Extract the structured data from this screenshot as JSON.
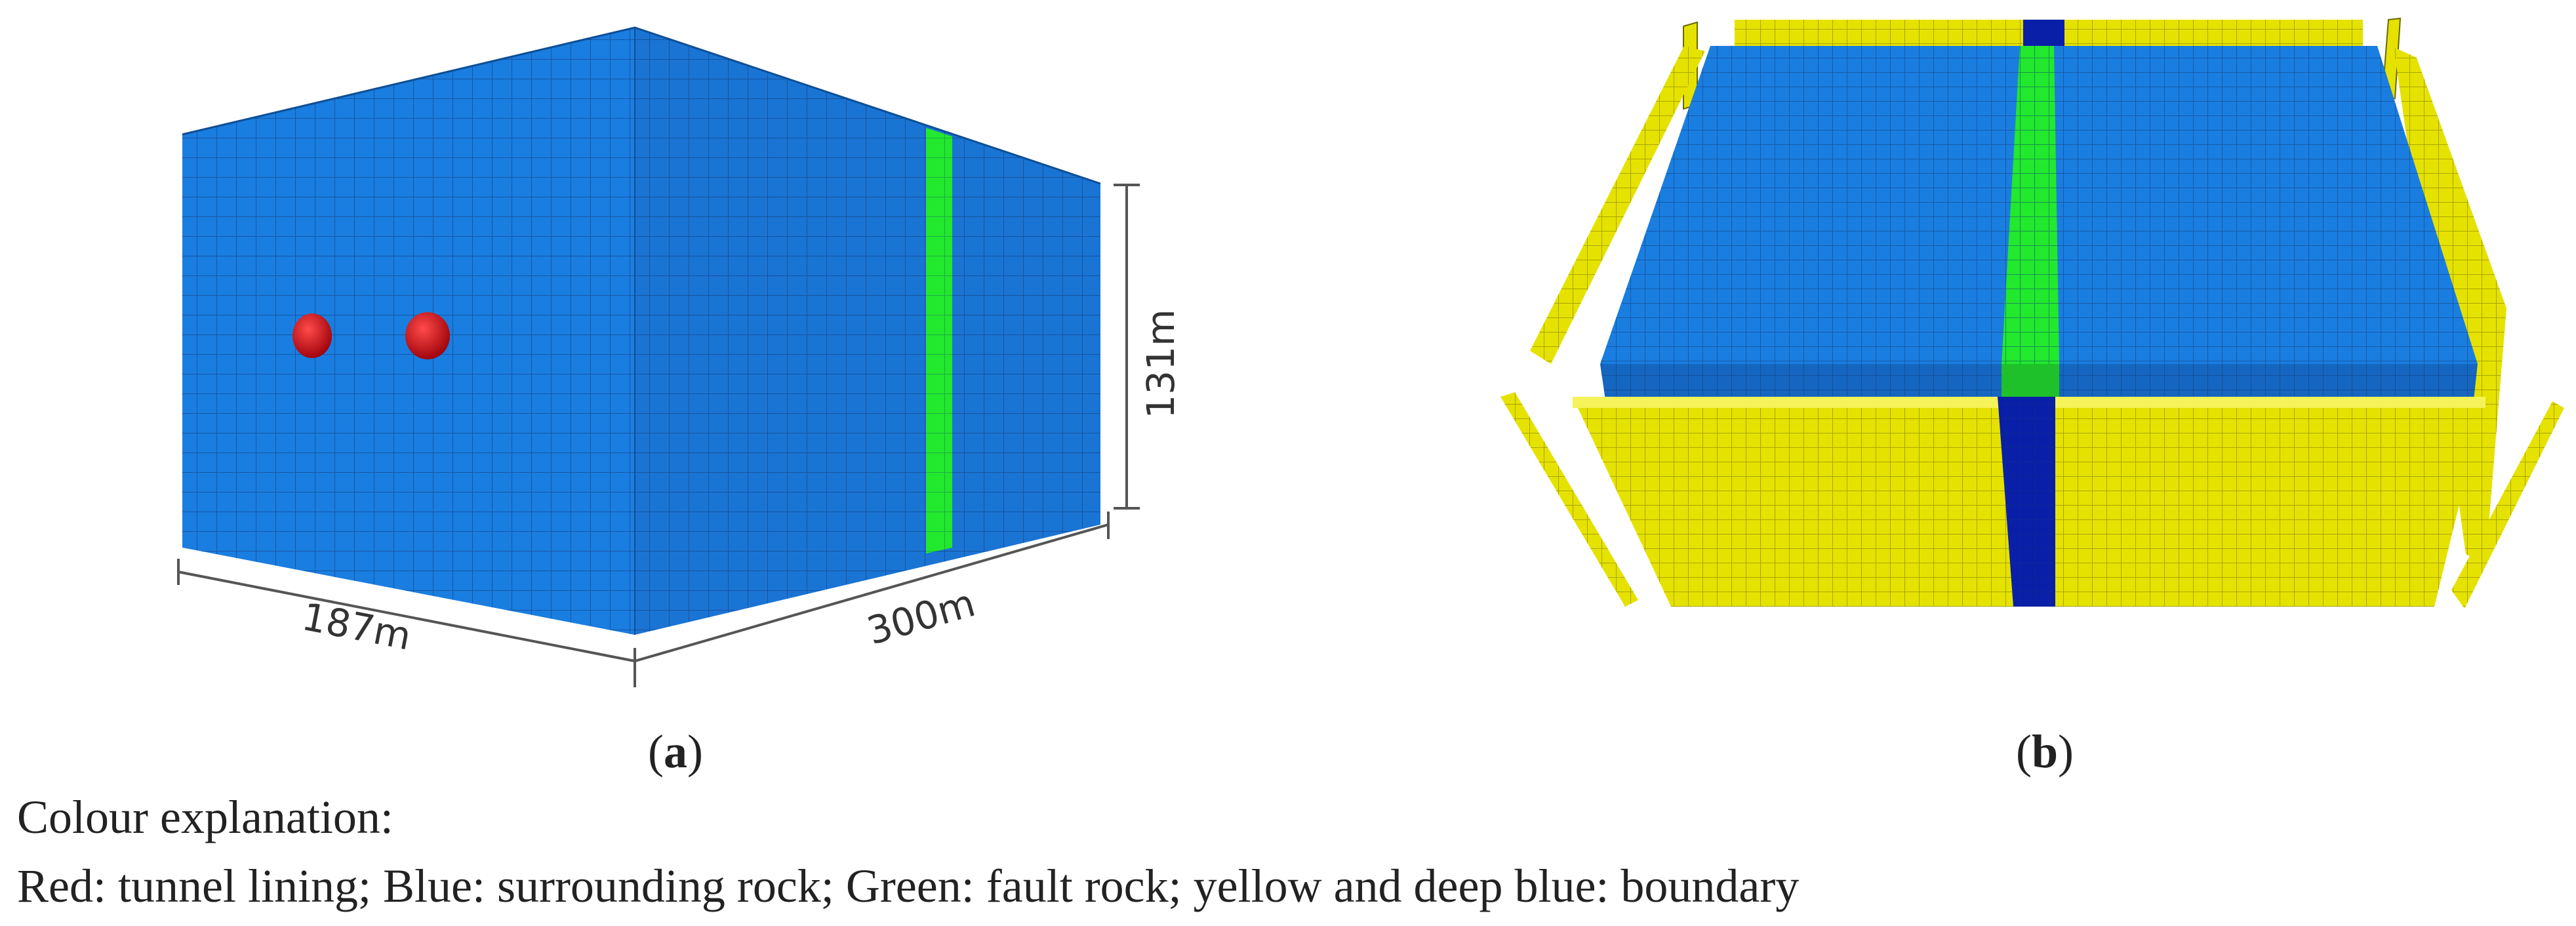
{
  "panel_a": {
    "label_letter": "a",
    "dims": {
      "width": "187m",
      "length": "300m",
      "height": "131m"
    },
    "tunnel_count": 2
  },
  "panel_b": {
    "label_letter": "b"
  },
  "colors": {
    "surrounding_rock": "#1a7de0",
    "fault_rock": "#22e82e",
    "tunnel_lining": "#d0101a",
    "boundary_yellow": "#e6e200",
    "boundary_deep_blue": "#0a1fa8",
    "mesh_line": "#123a72"
  },
  "legend": {
    "heading": "Colour explanation:",
    "text": "Red: tunnel lining; Blue: surrounding rock; Green: fault rock; yellow and deep blue: boundary"
  }
}
